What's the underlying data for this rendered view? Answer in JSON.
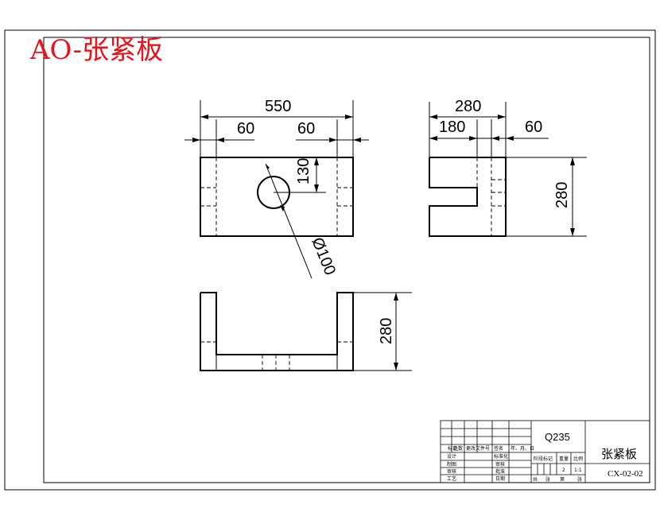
{
  "drawing_title": "AO-张紧板",
  "dimensions": {
    "front_overall": "550",
    "front_left": "60",
    "front_right": "60",
    "front_height": "130",
    "front_diameter": "Ø100",
    "side_overall": "280",
    "side_left": "180",
    "side_right": "60",
    "side_height": "280",
    "top_height": "280"
  },
  "title_block": {
    "material": "Q235",
    "part_name": "张紧板",
    "drawing_code": "CX-02-02",
    "scale": "1:1",
    "quantity": "2",
    "header_row": [
      "标记",
      "处数",
      "更改文件号",
      "签名",
      "年、月、日"
    ],
    "rows_left": [
      "设计",
      "制图",
      "审核",
      "工艺"
    ],
    "rows_mid": [
      "标准化",
      "审核",
      "批准",
      "日期"
    ],
    "labels_right": [
      "阶段标记",
      "重量",
      "比例"
    ],
    "sheet_text": [
      "共",
      "张",
      "第",
      "张"
    ]
  }
}
